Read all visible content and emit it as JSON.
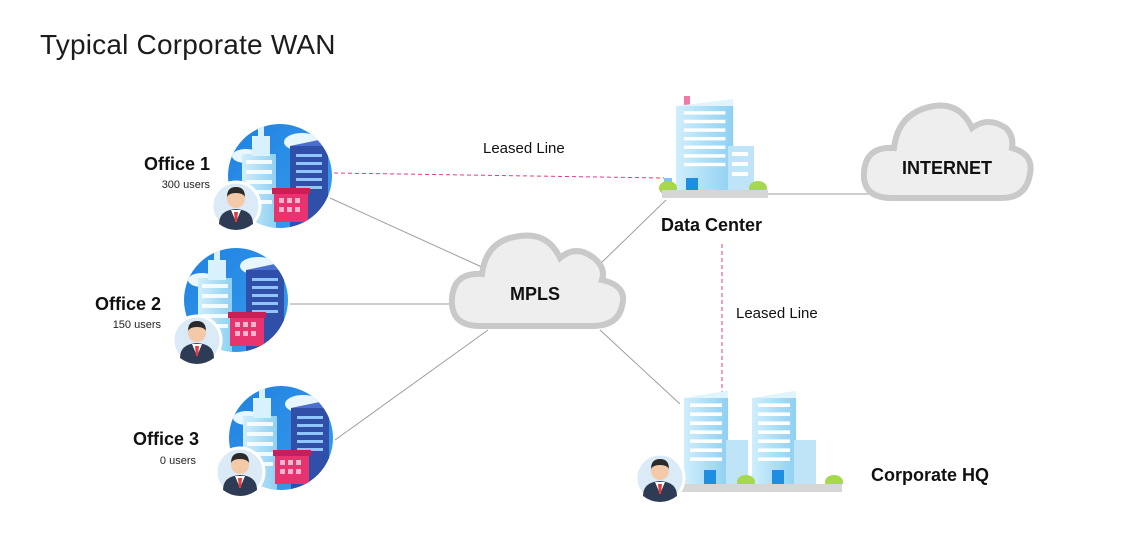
{
  "title": "Typical Corporate WAN",
  "offices": [
    {
      "name": "Office 1",
      "users": "300 users"
    },
    {
      "name": "Office 2",
      "users": "150 users"
    },
    {
      "name": "Office 3",
      "users": "0 users"
    }
  ],
  "nodes": {
    "mpls": "MPLS",
    "internet": "INTERNET",
    "data_center": "Data Center",
    "corporate_hq": "Corporate HQ"
  },
  "links": {
    "leased_line_top": "Leased Line",
    "leased_line_side": "Leased Line"
  },
  "colors": {
    "dashed_link": "#e8398a",
    "solid_link": "#9e9e9e",
    "circle_bg": "#2b8ae0",
    "building_light": "#bfe3f7",
    "building_dark": "#2f4fa8",
    "shop_pink": "#e8336e"
  }
}
